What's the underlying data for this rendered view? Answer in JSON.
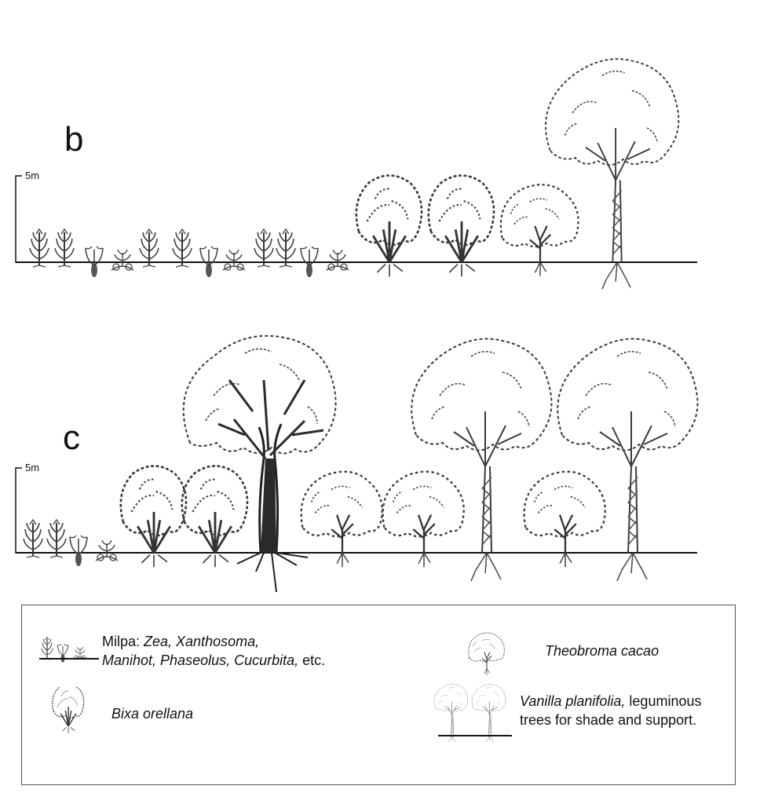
{
  "panels": [
    {
      "label": "b",
      "scale_label": "5m"
    },
    {
      "label": "c",
      "scale_label": "5m"
    }
  ],
  "legend": {
    "milpa": {
      "prefix": "Milpa: ",
      "line1_italic": "Zea, Xanthosoma,",
      "line2_italic": "Manihot, Phaseolus, Cucurbita,",
      "line2_suffix": " etc."
    },
    "bixa": {
      "italic": "Bixa orellana"
    },
    "cacao": {
      "italic": "Theobroma cacao"
    },
    "vanilla": {
      "line1_italic": "Vanilla planifolia,",
      "line1_suffix": " leguminous",
      "line2": "trees for shade and support."
    }
  },
  "colors": {
    "ink": "#333333",
    "dark_trunk": "#222222",
    "ground": "#111111"
  }
}
